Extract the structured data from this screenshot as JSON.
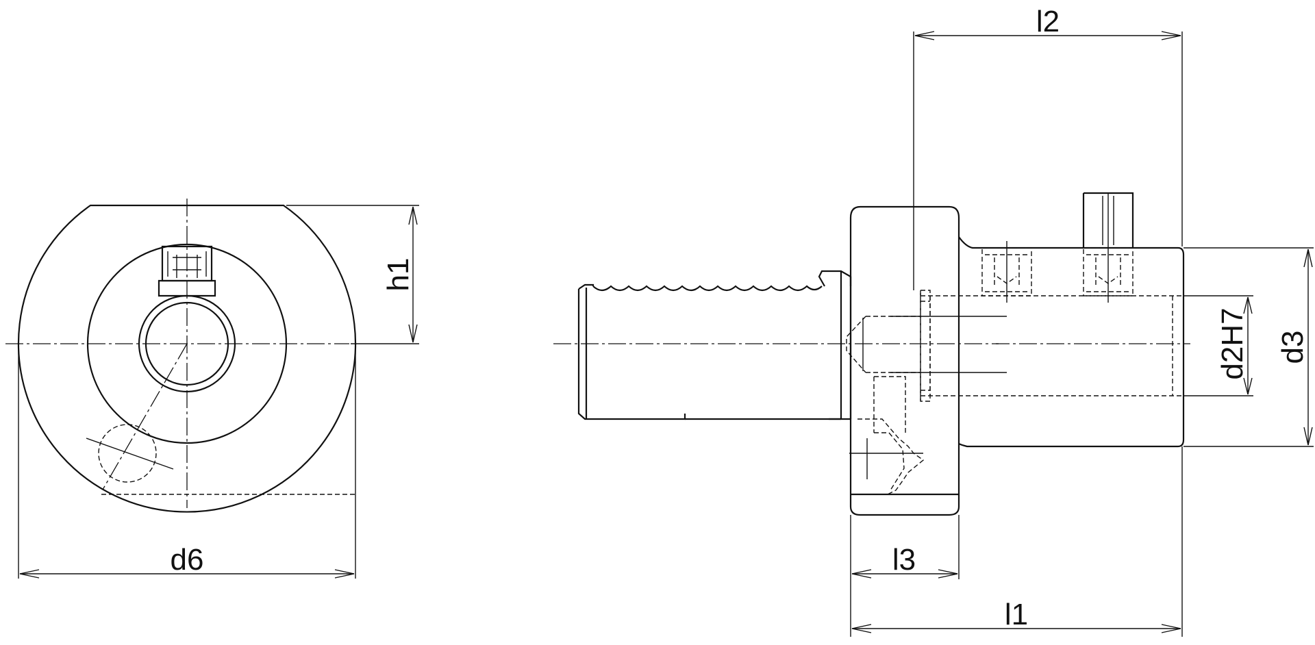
{
  "labels": {
    "l2": "l2",
    "h1": "h1",
    "d6": "d6",
    "d2h7": "d2H7",
    "d3": "d3",
    "l3": "l3",
    "l1": "l1"
  }
}
